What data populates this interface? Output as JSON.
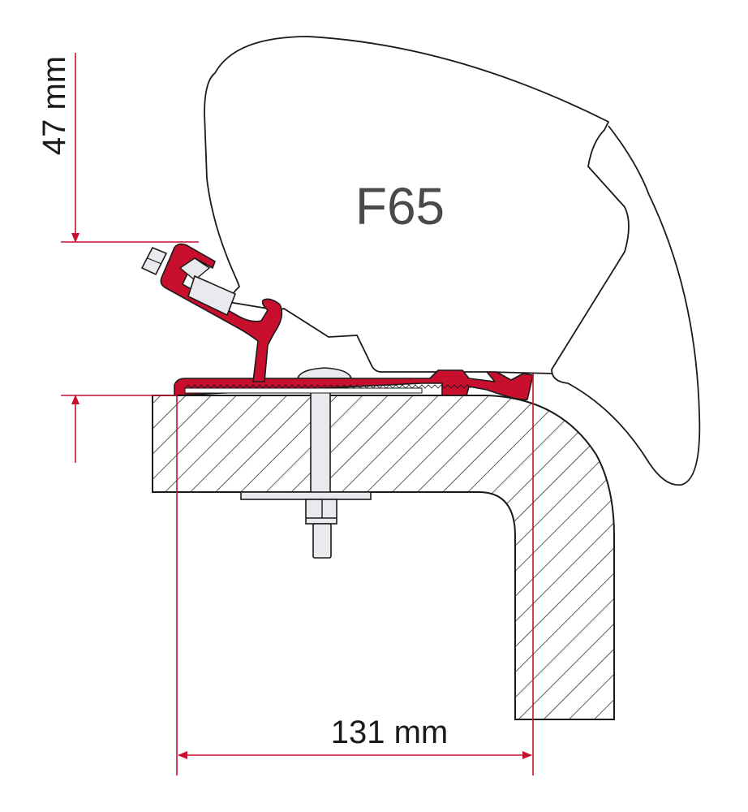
{
  "diagram": {
    "model_label": "F65",
    "dimensions": {
      "height": {
        "value": "47 mm",
        "orientation": "vertical"
      },
      "depth": {
        "value": "131 mm",
        "orientation": "horizontal"
      }
    },
    "components": [
      {
        "name": "awning-housing",
        "label": "F65"
      },
      {
        "name": "mounting-adapter-bracket"
      },
      {
        "name": "mounting-bolt"
      },
      {
        "name": "vehicle-roof-wall-section"
      }
    ],
    "colors": {
      "adapter": "#c8102e",
      "dimension_lines": "#c8102e",
      "outline": "#1a1a1a",
      "metal_parts": "#e8eaee",
      "hatch": "#1a1a1a",
      "background": "#ffffff"
    }
  }
}
